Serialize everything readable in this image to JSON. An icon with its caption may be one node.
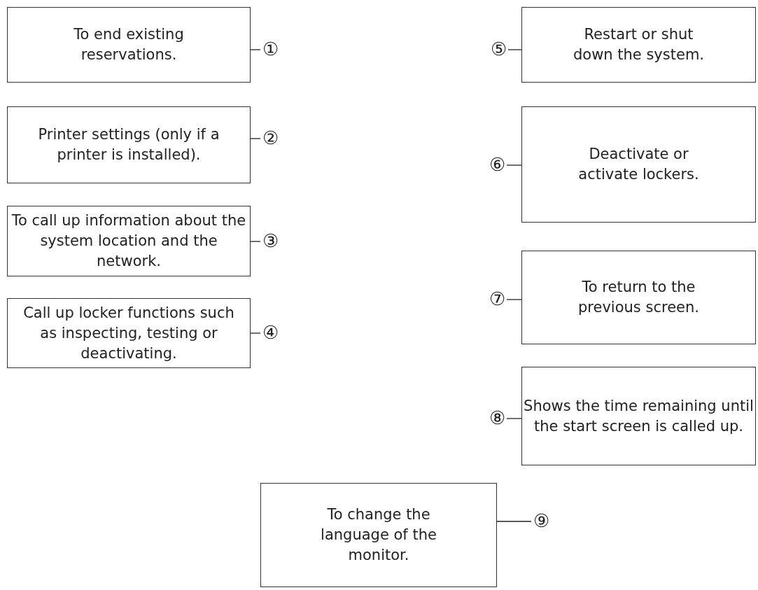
{
  "diagram": {
    "nodes": [
      {
        "text": [
          "To end existing reservations."
        ]
      },
      {
        "text": [
          "①"
        ]
      },
      {
        "text": [
          "⑤"
        ]
      },
      {
        "text": [
          "Restart or shut down the system."
        ]
      },
      {
        "text": [
          "Printer settings (only if a printer is installed)."
        ]
      },
      {
        "text": [
          "②"
        ]
      },
      {
        "text": [
          "⑥"
        ]
      },
      {
        "text": [
          "Deactivate or activate lockers."
        ]
      },
      {
        "text": [
          "To call up information about the system location and the network."
        ]
      },
      {
        "text": [
          "③"
        ]
      },
      {
        "text": [
          "⑦"
        ]
      },
      {
        "text": [
          "To return to the previous screen."
        ]
      },
      {
        "text": [
          "Call up locker functions such as inspecting, testing or deactivating."
        ]
      },
      {
        "text": [
          "④"
        ]
      },
      {
        "text": [
          "⑧"
        ]
      },
      {
        "text": [
          "Shows the time remaining until the start screen is called up."
        ]
      },
      {
        "text": [
          "To change the language of the monitor."
        ]
      },
      {
        "text": [
          "⑨"
        ]
      }
    ],
    "edges": [
      {
        "from": 0,
        "to": 1,
        "arrow": "none"
      },
      {
        "from": 3,
        "to": 2,
        "arrow": "none"
      },
      {
        "from": 4,
        "to": 5,
        "arrow": "none"
      },
      {
        "from": 7,
        "to": 6,
        "arrow": "none"
      },
      {
        "from": 8,
        "to": 9,
        "arrow": "none"
      },
      {
        "from": 11,
        "to": 10,
        "arrow": "none"
      },
      {
        "from": 12,
        "to": 13,
        "arrow": "none"
      },
      {
        "from": 15,
        "to": 14,
        "arrow": "none"
      },
      {
        "from": 16,
        "to": 17,
        "arrow": "none"
      }
    ]
  }
}
